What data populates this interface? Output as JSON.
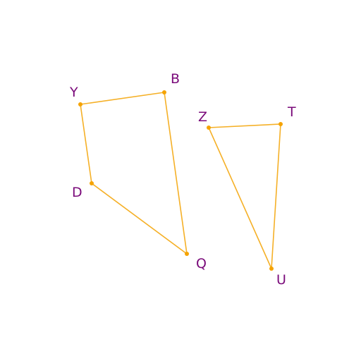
{
  "colors": {
    "edge": "#f5b027",
    "vertex": "#f5a300",
    "label": "#7a0a7a",
    "background": "#ffffff"
  },
  "shapes": [
    {
      "id": "quadrilateral-ybqd",
      "vertices": [
        "Y",
        "B",
        "Q",
        "D"
      ]
    },
    {
      "id": "triangle-ztu",
      "vertices": [
        "Z",
        "T",
        "U"
      ]
    }
  ],
  "labels": {
    "Y": "Y",
    "B": "B",
    "Q": "Q",
    "D": "D",
    "Z": "Z",
    "T": "T",
    "U": "U"
  }
}
